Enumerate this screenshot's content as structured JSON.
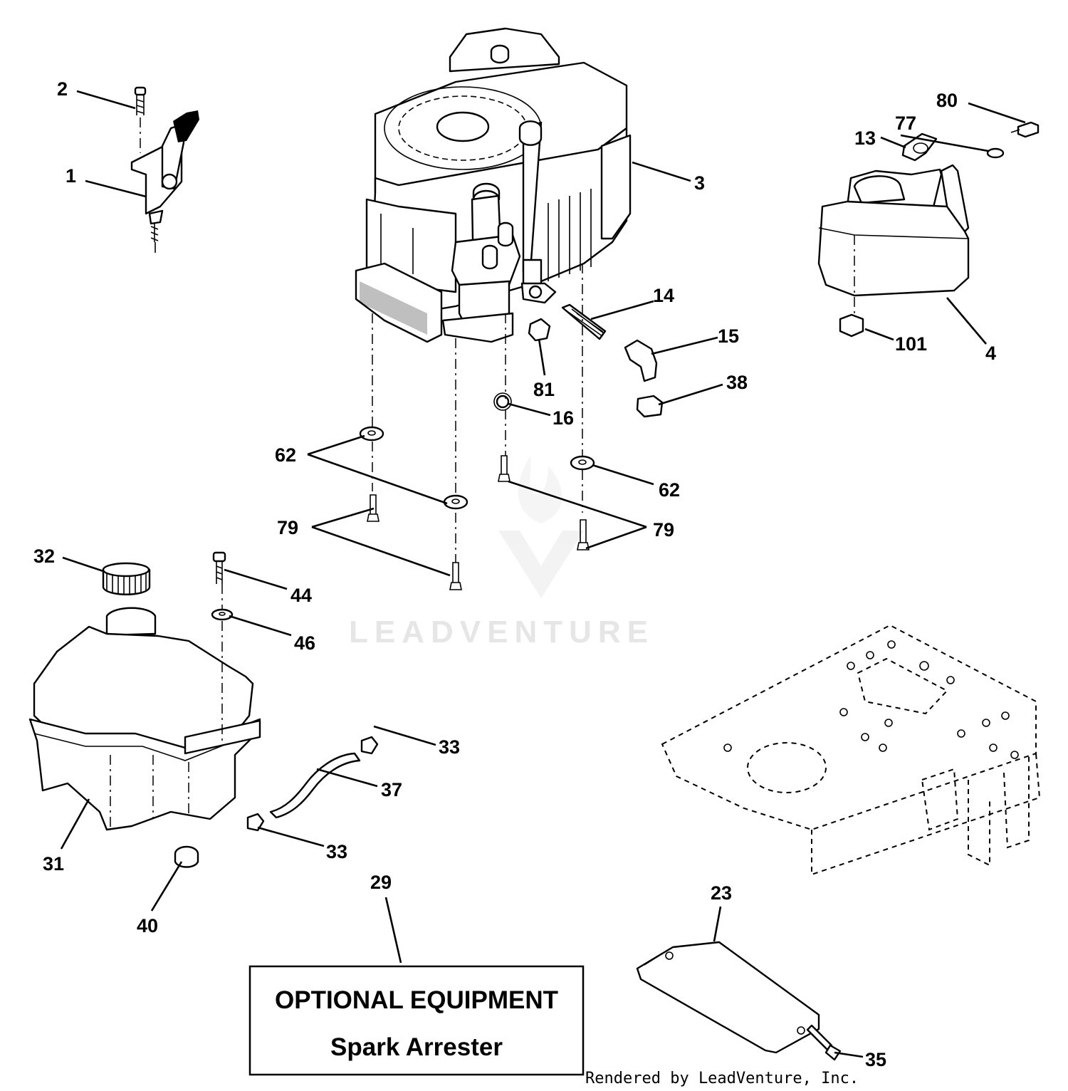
{
  "diagram": {
    "callouts": [
      {
        "label": "1"
      },
      {
        "label": "2"
      },
      {
        "label": "3"
      },
      {
        "label": "4"
      },
      {
        "label": "13"
      },
      {
        "label": "14"
      },
      {
        "label": "15"
      },
      {
        "label": "16"
      },
      {
        "label": "23"
      },
      {
        "label": "29"
      },
      {
        "label": "31"
      },
      {
        "label": "32"
      },
      {
        "label": "33"
      },
      {
        "label": "33"
      },
      {
        "label": "35"
      },
      {
        "label": "37"
      },
      {
        "label": "38"
      },
      {
        "label": "40"
      },
      {
        "label": "44"
      },
      {
        "label": "46"
      },
      {
        "label": "62"
      },
      {
        "label": "62"
      },
      {
        "label": "77"
      },
      {
        "label": "79"
      },
      {
        "label": "79"
      },
      {
        "label": "80"
      },
      {
        "label": "81"
      },
      {
        "label": "101"
      }
    ],
    "optional_box": {
      "line1": "OPTIONAL EQUIPMENT",
      "line2": "Spark Arrester"
    },
    "watermark": "LEADVENTURE",
    "credit": "Rendered by LeadVenture, Inc."
  }
}
